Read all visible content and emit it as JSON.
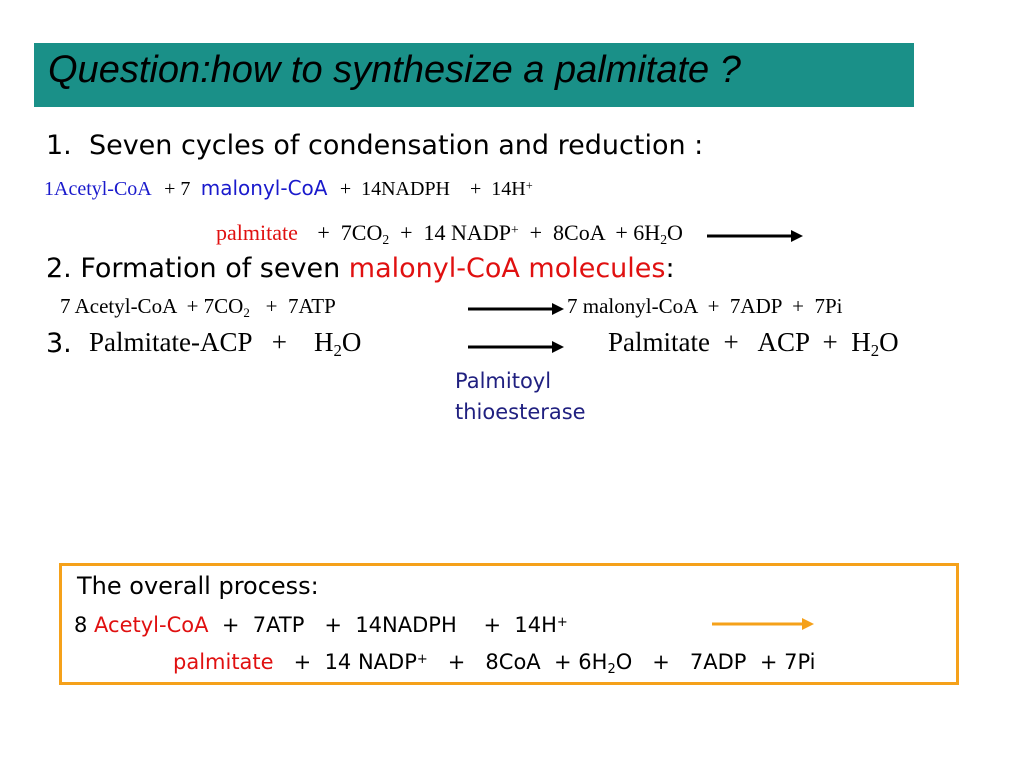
{
  "title": "Question:how to synthesize a palmitate ?",
  "item1": {
    "num": "1.",
    "text": "Seven cycles of condensation and reduction :",
    "eq_line1": {
      "part1": "1Acetyl-CoA",
      "part2": "+ 7",
      "part3": "malonyl-CoA",
      "part4": "+  14NADPH    +  14H",
      "part4_sup": "+"
    },
    "eq_line2": {
      "palmitate": "palmitate",
      "p1": "+  7CO",
      "p1_sub": "2",
      "p2": "+  14 NADP",
      "p2_sup": "+",
      "p3": "+  8CoA  + 6H",
      "p3_sub": "2",
      "p3_end": "O"
    }
  },
  "item2": {
    "text_a": "2. Formation of seven ",
    "text_b": "malonyl-CoA molecules",
    "text_c": ":",
    "eq": {
      "left": "7 Acetyl-CoA  + 7CO",
      "left_sub": "2",
      "left_end": "   +  7ATP",
      "right": "7 malonyl-CoA  +  7ADP  +  7Pi"
    }
  },
  "item3": {
    "num": "3.",
    "left": "Palmitate-ACP   +    H",
    "left_sub": "2",
    "left_end": "O",
    "right": "Palmitate  +   ACP  +  H",
    "right_sub": "2",
    "right_end": "O",
    "enzyme_line1": "Palmitoyl",
    "enzyme_line2": "thioesterase"
  },
  "overall": {
    "heading": "The overall process:",
    "line1": {
      "n": "8 ",
      "acetyl": "Acetyl-CoA",
      "rest": "  +  7ATP   +  14NADPH    +  14H",
      "rest_sup": "+"
    },
    "line2": {
      "palmitate": "palmitate",
      "rest": "   +  14 NADP",
      "sup": "+",
      "rest2": "   +   8CoA  + 6H",
      "sub": "2",
      "rest3": "O   +   7ADP  + 7Pi"
    }
  },
  "colors": {
    "title_bg": "#1a9088",
    "red": "#e01010",
    "blue": "#1a1acc",
    "box_border": "#f5a11a"
  }
}
